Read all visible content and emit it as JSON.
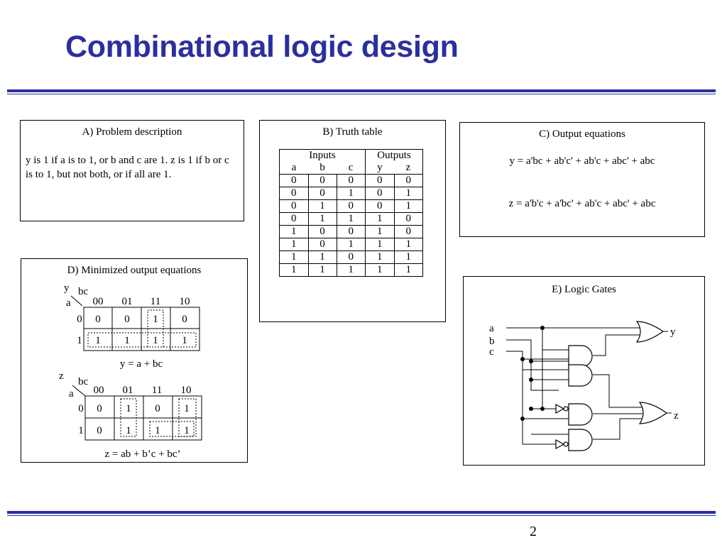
{
  "slide": {
    "title": "Combinational logic design",
    "page_number": "2"
  },
  "panel_a": {
    "title": "A) Problem description",
    "text": "y is 1 if a is to 1, or b and c are 1.  z is 1 if b or c is to 1, but not both, or if all are 1."
  },
  "panel_b": {
    "title": "B) Truth table",
    "group_headers": [
      "Inputs",
      "Outputs"
    ],
    "columns": [
      "a",
      "b",
      "c",
      "y",
      "z"
    ],
    "rows": [
      [
        "0",
        "0",
        "0",
        "0",
        "0"
      ],
      [
        "0",
        "0",
        "1",
        "0",
        "1"
      ],
      [
        "0",
        "1",
        "0",
        "0",
        "1"
      ],
      [
        "0",
        "1",
        "1",
        "1",
        "0"
      ],
      [
        "1",
        "0",
        "0",
        "1",
        "0"
      ],
      [
        "1",
        "0",
        "1",
        "1",
        "1"
      ],
      [
        "1",
        "1",
        "0",
        "1",
        "1"
      ],
      [
        "1",
        "1",
        "1",
        "1",
        "1"
      ]
    ]
  },
  "panel_c": {
    "title": "C) Output equations",
    "eq_y": "y = a'bc + ab'c' + ab'c + abc' + abc",
    "eq_z": "z = a'b'c + a'bc' + ab'c + abc' + abc"
  },
  "panel_d": {
    "title": "D) Minimized output equations",
    "kmap_y": {
      "output": "y",
      "col_var": "bc",
      "row_var": "a",
      "col_labels": [
        "00",
        "01",
        "11",
        "10"
      ],
      "row_labels": [
        "0",
        "1"
      ],
      "cells": [
        [
          "0",
          "0",
          "1",
          "0"
        ],
        [
          "1",
          "1",
          "1",
          "1"
        ]
      ],
      "equation": "y = a + bc"
    },
    "kmap_z": {
      "output": "z",
      "col_var": "bc",
      "row_var": "a",
      "col_labels": [
        "00",
        "01",
        "11",
        "10"
      ],
      "row_labels": [
        "0",
        "1"
      ],
      "cells": [
        [
          "0",
          "1",
          "0",
          "1"
        ],
        [
          "0",
          "1",
          "1",
          "1"
        ]
      ],
      "equation": "z = ab + b’c + bc’"
    }
  },
  "panel_e": {
    "title": "E) Logic Gates",
    "inputs": [
      "a",
      "b",
      "c"
    ],
    "outputs": [
      "y",
      "z"
    ],
    "gates": [
      "or-gate",
      "and-gate",
      "and-gate",
      "not-gate",
      "and-gate",
      "or-gate",
      "not-gate",
      "and-gate"
    ]
  }
}
